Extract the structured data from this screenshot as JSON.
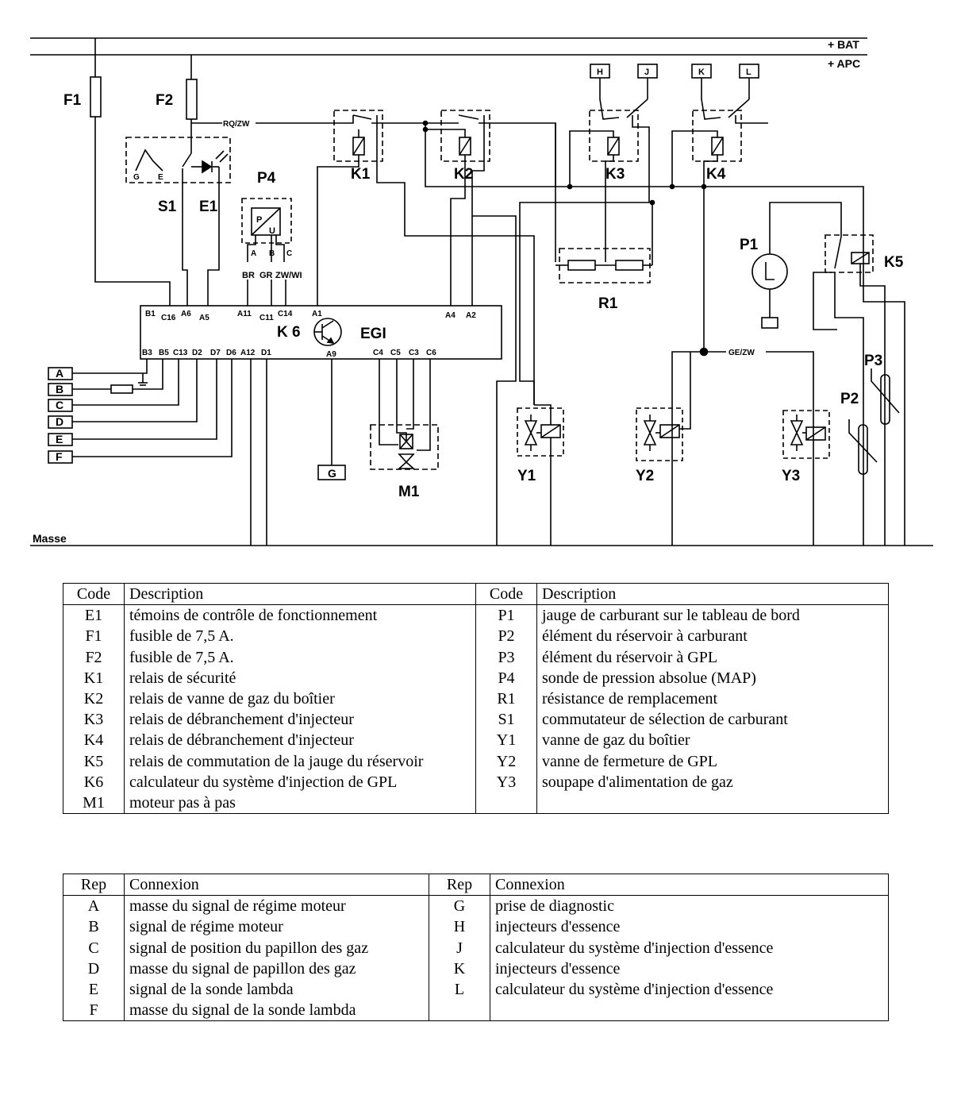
{
  "diagram": {
    "rails": {
      "bat": "+ BAT",
      "apc": "+ APC",
      "ground": "Masse"
    },
    "components": {
      "F1": "F1",
      "F2": "F2",
      "S1": "S1",
      "E1": "E1",
      "P4": "P4",
      "K1": "K1",
      "K2": "K2",
      "K3": "K3",
      "K4": "K4",
      "K5": "K5",
      "K6": "K 6",
      "EGI": "EGI",
      "R1": "R1",
      "P1": "P1",
      "P2": "P2",
      "P3": "P3",
      "M1": "M1",
      "Y1": "Y1",
      "Y2": "Y2",
      "Y3": "Y3"
    },
    "terminals": {
      "H": "H",
      "J": "J",
      "K": "K",
      "L": "L",
      "G": "G",
      "A": "A",
      "B": "B",
      "C": "C",
      "D": "D",
      "E": "E",
      "F": "F"
    },
    "wire_labels": {
      "rqzw": "RQ/ZW",
      "gezw": "GE/ZW",
      "br": "BR",
      "gr": "GR",
      "zwwi": "ZW/WI"
    },
    "sensor_pins": {
      "p": "P",
      "u": "U",
      "a": "A",
      "b": "B",
      "c": "C",
      "g": "G",
      "e": "E"
    },
    "pins": {
      "B1": "B1",
      "C16": "C16",
      "A6": "A6",
      "A5": "A5",
      "A11": "A11",
      "C11": "C11",
      "C14": "C14",
      "A1": "A1",
      "A4": "A4",
      "A2": "A2",
      "B3": "B3",
      "B5": "B5",
      "C13": "C13",
      "D2": "D2",
      "D7": "D7",
      "D6": "D6",
      "A12": "A12",
      "D1": "D1",
      "A9": "A9",
      "C4": "C4",
      "C5": "C5",
      "C3": "C3",
      "C6": "C6"
    }
  },
  "codes_table": {
    "headers": [
      "Code",
      "Description",
      "Code",
      "Description"
    ],
    "left": [
      {
        "code": "E1",
        "desc": "témoins de contrôle de fonctionnement"
      },
      {
        "code": "F1",
        "desc": "fusible de 7,5 A."
      },
      {
        "code": "F2",
        "desc": "fusible de 7,5 A."
      },
      {
        "code": "K1",
        "desc": "relais de sécurité"
      },
      {
        "code": "K2",
        "desc": "relais de vanne de gaz du boîtier"
      },
      {
        "code": "K3",
        "desc": "relais de débranchement d'injecteur"
      },
      {
        "code": "K4",
        "desc": "relais de débranchement d'injecteur"
      },
      {
        "code": "K5",
        "desc": "relais de commutation de la jauge du réservoir"
      },
      {
        "code": "K6",
        "desc": "calculateur du système d'injection de GPL"
      },
      {
        "code": "M1",
        "desc": "moteur pas à pas"
      }
    ],
    "right": [
      {
        "code": "P1",
        "desc": "jauge de carburant sur le tableau de bord"
      },
      {
        "code": "P2",
        "desc": "élément du réservoir à carburant"
      },
      {
        "code": "P3",
        "desc": "élément du réservoir à GPL"
      },
      {
        "code": "P4",
        "desc": "sonde de pression absolue (MAP)"
      },
      {
        "code": "R1",
        "desc": "résistance de remplacement"
      },
      {
        "code": "S1",
        "desc": "commutateur de sélection de carburant"
      },
      {
        "code": "Y1",
        "desc": "vanne de gaz du boîtier"
      },
      {
        "code": "Y2",
        "desc": "vanne de fermeture de GPL"
      },
      {
        "code": "Y3",
        "desc": "soupape d'alimentation de gaz"
      }
    ]
  },
  "connections_table": {
    "headers": [
      "Rep",
      "Connexion",
      "Rep",
      "Connexion"
    ],
    "left": [
      {
        "rep": "A",
        "desc": "masse du signal de régime moteur"
      },
      {
        "rep": "B",
        "desc": "signal de régime moteur"
      },
      {
        "rep": "C",
        "desc": "signal de position du papillon des gaz"
      },
      {
        "rep": "D",
        "desc": "masse du signal de papillon des gaz"
      },
      {
        "rep": "E",
        "desc": "signal de la sonde lambda"
      },
      {
        "rep": "F",
        "desc": "masse du signal de la sonde lambda"
      }
    ],
    "right": [
      {
        "rep": "G",
        "desc": "prise de diagnostic"
      },
      {
        "rep": "H",
        "desc": "injecteurs d'essence"
      },
      {
        "rep": "J",
        "desc": "calculateur du système d'injection d'essence"
      },
      {
        "rep": "K",
        "desc": "injecteurs d'essence"
      },
      {
        "rep": "L",
        "desc": "calculateur du système d'injection d'essence"
      }
    ]
  }
}
